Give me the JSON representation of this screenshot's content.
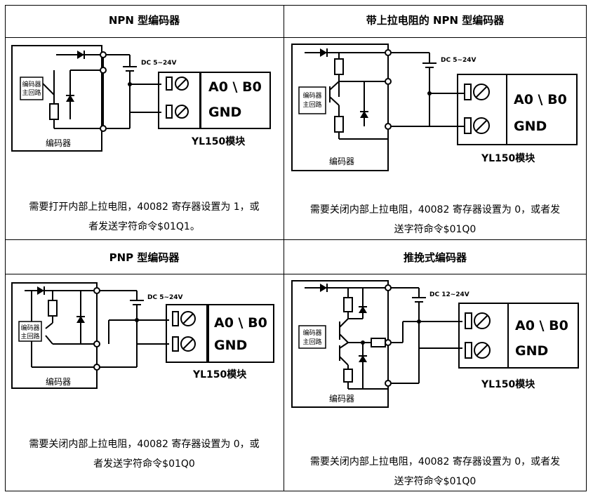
{
  "cells": [
    {
      "title": "NPN 型编码器",
      "dc_label": "DC 5~24V",
      "encoder_label": "编码器",
      "main_circuit_label_1": "编码器",
      "main_circuit_label_2": "主回路",
      "terminal_top": "A0 \\ B0",
      "terminal_bottom": "GND",
      "module_label": "YL150模块",
      "text_line1": "需要打开内部上拉电阻，40082 寄存器设置为 1，或",
      "text_line2": "者发送字符命令$01Q1。"
    },
    {
      "title": "带上拉电阻的 NPN 型编码器",
      "dc_label": "DC 5~24V",
      "encoder_label": "编码器",
      "main_circuit_label_1": "编码器",
      "main_circuit_label_2": "主回路",
      "terminal_top": "A0 \\ B0",
      "terminal_bottom": "GND",
      "module_label": "YL150模块",
      "text_line1": "需要关闭内部上拉电阻，40082 寄存器设置为 0，或者发",
      "text_line2": "送字符命令$01Q0"
    },
    {
      "title": "PNP 型编码器",
      "dc_label": "DC 5~24V",
      "encoder_label": "编码器",
      "main_circuit_label_1": "编码器",
      "main_circuit_label_2": "主回路",
      "terminal_top": "A0 \\ B0",
      "terminal_bottom": "GND",
      "module_label": "YL150模块",
      "text_line1": "需要关闭内部上拉电阻，40082 寄存器设置为 0，或",
      "text_line2": "者发送字符命令$01Q0"
    },
    {
      "title": "推挽式编码器",
      "dc_label": "DC 12~24V",
      "encoder_label": "编码器",
      "main_circuit_label_1": "编码器",
      "main_circuit_label_2": "主回路",
      "terminal_top": "A0 \\ B0",
      "terminal_bottom": "GND",
      "module_label": "YL150模块",
      "text_line1": "需要关闭内部上拉电阻，40082 寄存器设置为 0，或者发",
      "text_line2": "送字符命令$01Q0"
    }
  ]
}
